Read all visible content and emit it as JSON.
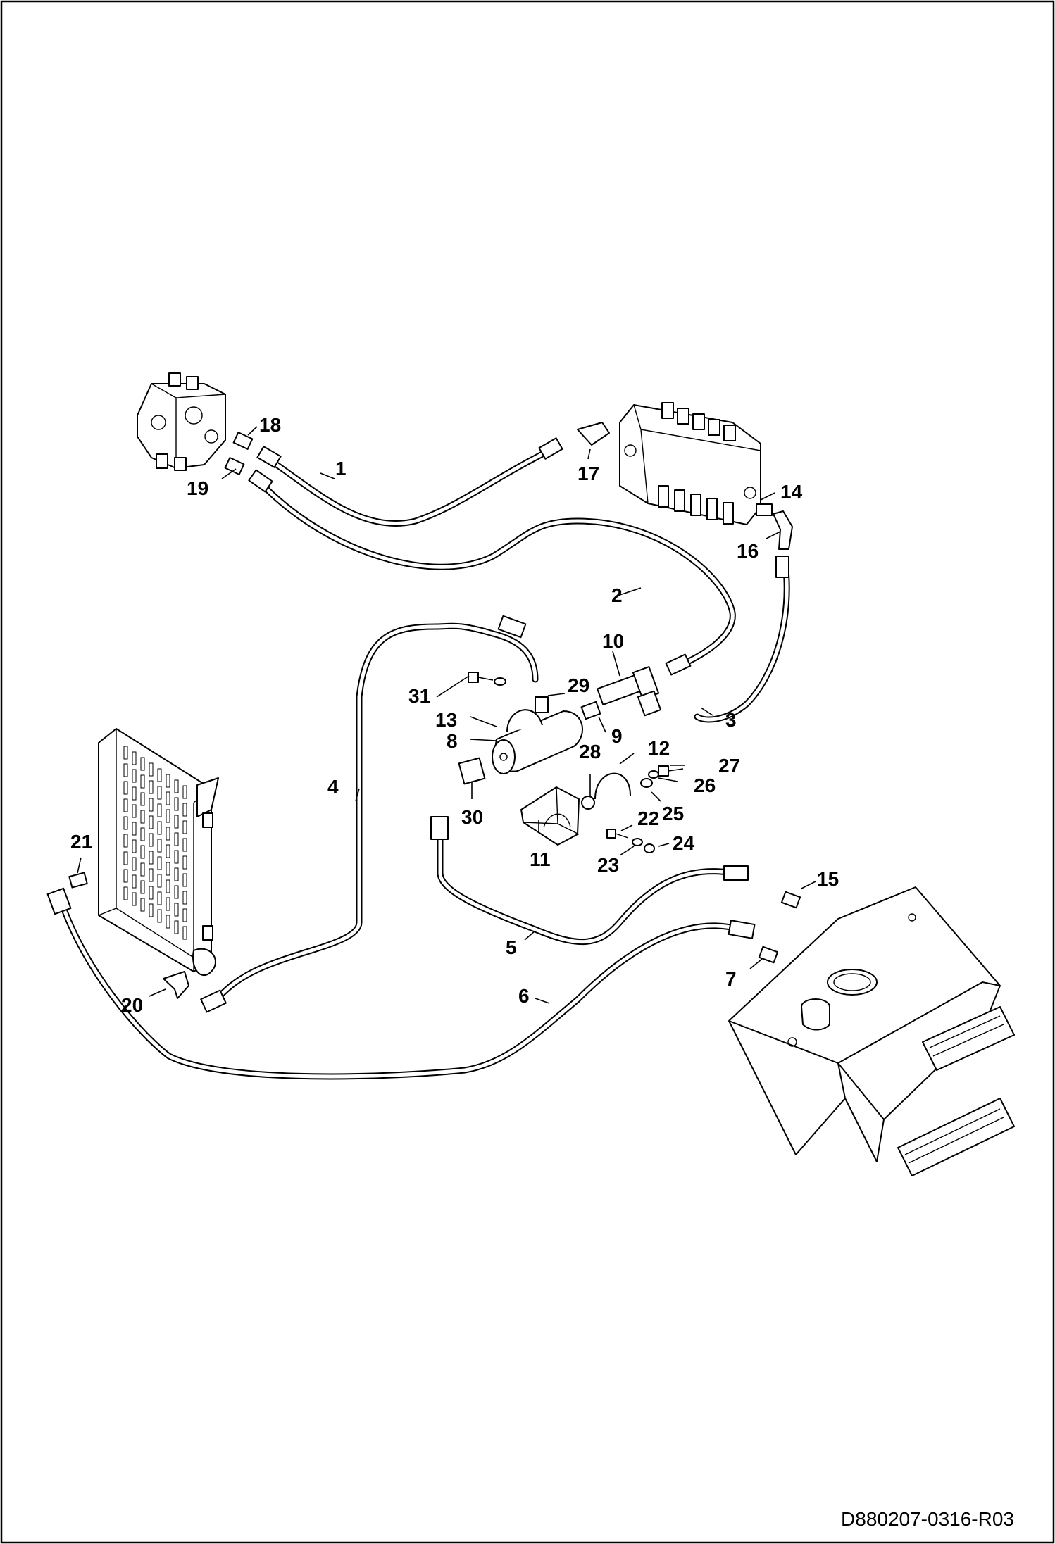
{
  "drawing_number": "D880207-0316-R03",
  "callouts": [
    "1",
    "2",
    "3",
    "4",
    "5",
    "6",
    "7",
    "8",
    "9",
    "10",
    "11",
    "12",
    "13",
    "14",
    "15",
    "16",
    "17",
    "18",
    "19",
    "20",
    "21",
    "22",
    "23",
    "24",
    "25",
    "26",
    "27",
    "28",
    "29",
    "30",
    "31"
  ]
}
